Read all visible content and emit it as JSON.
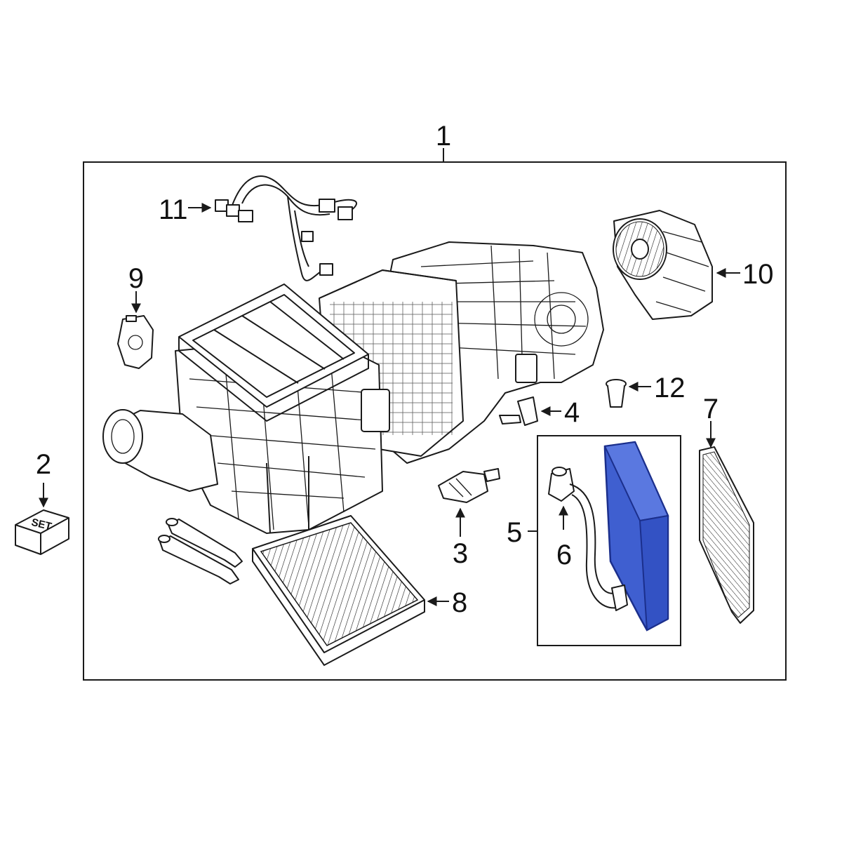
{
  "callouts": {
    "c1": "1",
    "c2": "2",
    "c3": "3",
    "c4": "4",
    "c5": "5",
    "c6": "6",
    "c7": "7",
    "c8": "8",
    "c9": "9",
    "c10": "10",
    "c11": "11",
    "c12": "12"
  },
  "set_label": "SET",
  "colors": {
    "line": "#1a1a1a",
    "highlight_fill": "#3f5fd0",
    "highlight_stroke": "#1b2f8c",
    "background": "#ffffff"
  }
}
